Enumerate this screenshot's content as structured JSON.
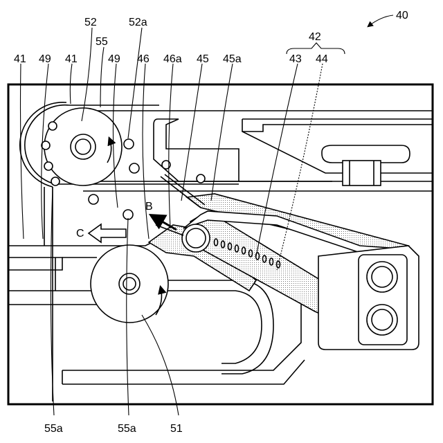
{
  "figure": {
    "ref_main": "40",
    "labels": {
      "l52": "52",
      "l52a": "52a",
      "l42": "42",
      "l55": "55",
      "l41a": "41",
      "l49a": "49",
      "l41b": "41",
      "l49b": "49",
      "l46": "46",
      "l46a": "46a",
      "l45": "45",
      "l45a": "45a",
      "l43": "43",
      "l44": "44",
      "lB": "B",
      "lC": "C",
      "l55a1": "55a",
      "l55a2": "55a",
      "l51": "51"
    }
  }
}
